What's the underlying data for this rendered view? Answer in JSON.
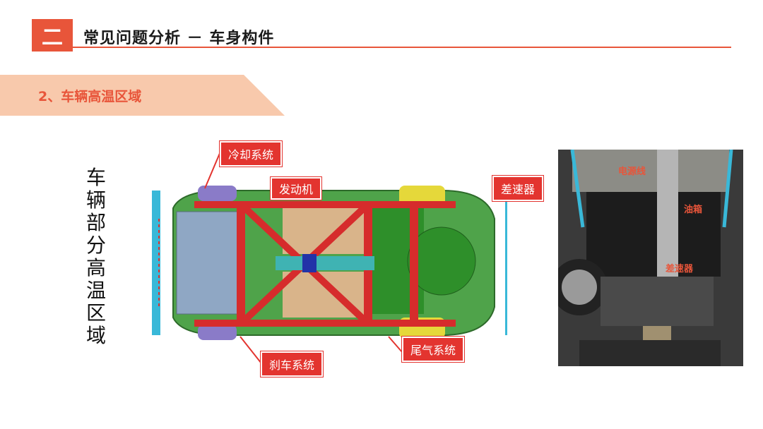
{
  "header": {
    "section_number": "二",
    "title": "常见问题分析 － 车身构件"
  },
  "banner": {
    "text": "2、车辆高温区域"
  },
  "vertical_label": "车辆部分高温区域",
  "diagram": {
    "callouts": {
      "cooling": "冷却系统",
      "engine": "发动机",
      "differential": "差速器",
      "brake": "刹车系统",
      "exhaust": "尾气系统"
    }
  },
  "photo": {
    "labels": {
      "battery_wire": "电源线",
      "fuel_tank": "油箱",
      "differential": "差速器"
    }
  },
  "colors": {
    "accent": "#e8553a",
    "callout": "#e3342f",
    "banner_fill": "#f8c9ac",
    "cyan_bar": "#39b8d8"
  }
}
